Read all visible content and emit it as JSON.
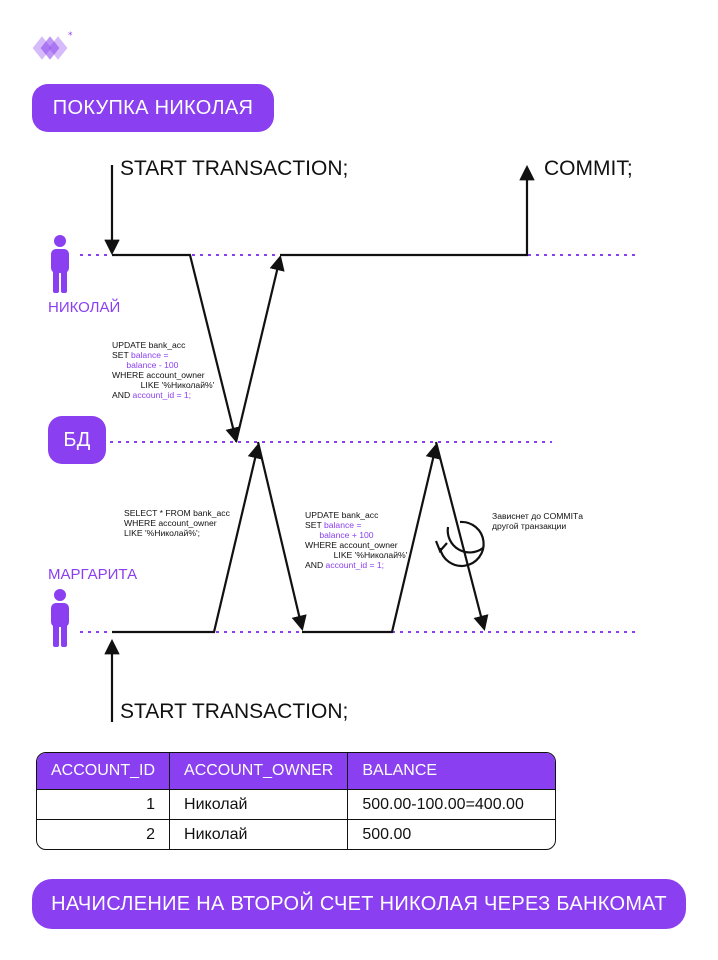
{
  "header": {
    "title": "ПОКУПКА НИКОЛАЯ"
  },
  "actors": {
    "nikolay": "НИКОЛАЙ",
    "db": "БД",
    "margarita": "МАРГАРИТА"
  },
  "labels": {
    "start_top": "START TRANSACTION;",
    "commit": "COMMIT;",
    "start_bottom": "START TRANSACTION;"
  },
  "queries": {
    "nikolay_update": [
      "UPDATE bank_acc",
      "SET balance =",
      "balance - 100",
      "WHERE account_owner",
      "LIKE '%Николай%'",
      "AND account_id = 1;"
    ],
    "margarita_select": [
      "SELECT * FROM bank_acc",
      "WHERE account_owner",
      "LIKE '%Николай%';"
    ],
    "margarita_update": [
      "UPDATE bank_acc",
      "SET balance =",
      "balance + 100",
      "WHERE account_owner",
      "LIKE '%Николай%'",
      "AND account_id = 1;"
    ]
  },
  "note": {
    "line1": "Зависнет до COMMITа",
    "line2": "другой транзакции"
  },
  "table": {
    "headers": [
      "ACCOUNT_ID",
      "ACCOUNT_OWNER",
      "BALANCE"
    ],
    "rows": [
      [
        "1",
        "Николай",
        "500.00-100.00=400.00"
      ],
      [
        "2",
        "Николай",
        "500.00"
      ]
    ]
  },
  "footer": {
    "title": "НАЧИСЛЕНИЕ НА ВТОРОЙ СЧЕТ НИКОЛАЯ ЧЕРЕЗ БАНКОМАТ"
  },
  "colors": {
    "accent": "#8a3ff0",
    "ink": "#111111"
  }
}
